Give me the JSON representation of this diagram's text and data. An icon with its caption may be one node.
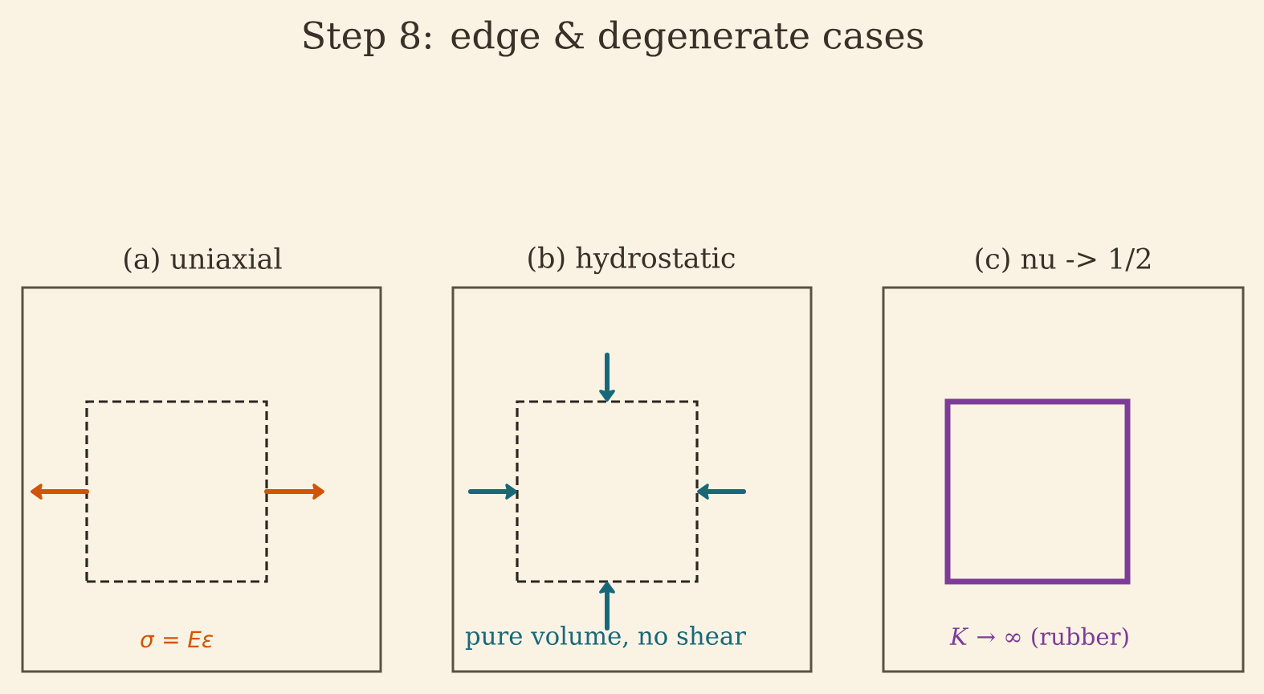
{
  "diagram": {
    "title": "Step 8: edge & degenerate cases",
    "nodes": [
      {
        "text": [
          "(a) uniaxial",
          "*σ* = *Eε*"
        ]
      },
      {
        "text": [],
        "shape": "box",
        "in": 0
      },
      {
        "text": [
          "(b) hydrostatic",
          "pure volume, no shear"
        ]
      },
      {
        "text": [],
        "shape": "box",
        "in": 2
      },
      {
        "text": [
          "(c) nu -> 1/2",
          "*K* → ∞ (rubber)"
        ]
      },
      {
        "text": [],
        "shape": "box",
        "in": 4
      }
    ],
    "edges": [
      {
        "from": 1,
        "to": null,
        "arrow": "to",
        "color": "#d35400"
      },
      {
        "from": 1,
        "to": null,
        "arrow": "to",
        "color": "#d35400"
      },
      {
        "from": null,
        "to": 3,
        "arrow": "to"
      },
      {
        "from": null,
        "to": 3,
        "arrow": "to"
      },
      {
        "from": null,
        "to": 3,
        "arrow": "to"
      },
      {
        "from": null,
        "to": 3,
        "arrow": "to"
      }
    ]
  }
}
